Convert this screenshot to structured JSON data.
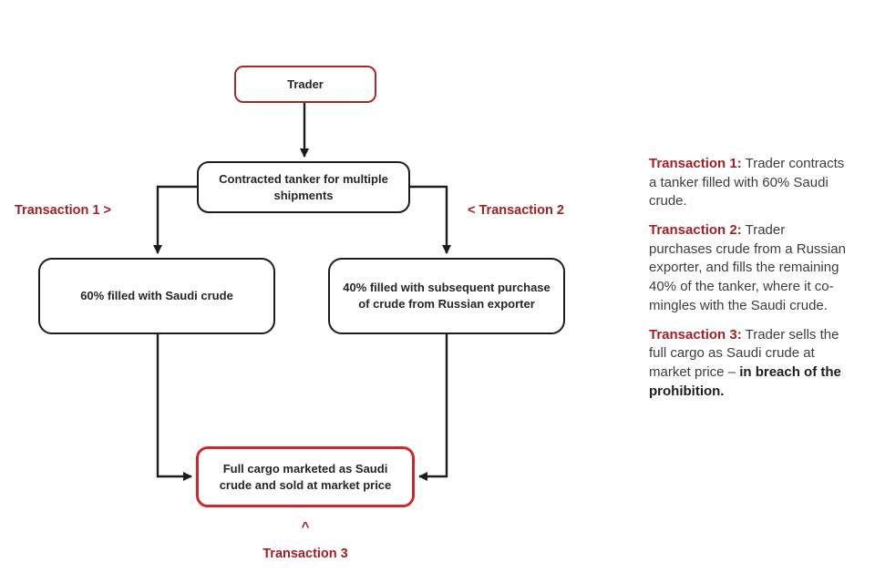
{
  "diagram": {
    "nodes": {
      "trader": {
        "label": "Trader"
      },
      "tanker": {
        "label": "Contracted tanker for multiple shipments"
      },
      "saudi": {
        "label": "60% filled with Saudi crude"
      },
      "russian": {
        "label": "40% filled with subsequent purchase of crude from Russian exporter"
      },
      "cargo": {
        "label": "Full cargo marketed as Saudi crude and sold at market price"
      }
    },
    "labels": {
      "transaction1": "Transaction 1 >",
      "transaction2": "< Transaction 2",
      "transaction3_caret": "^",
      "transaction3": "Transaction 3"
    }
  },
  "legend": {
    "items": [
      {
        "title": "Transaction 1:",
        "text": " Trader contracts a tanker filled with 60% Saudi crude.",
        "bold_suffix": ""
      },
      {
        "title": "Transaction 2:",
        "text": " Trader purchases crude from a Russian exporter, and fills the remaining 40% of the tanker, where it co-mingles with the Saudi crude.",
        "bold_suffix": ""
      },
      {
        "title": "Transaction 3:",
        "text": " Trader sells the full cargo as Saudi crude at market price – ",
        "bold_suffix": "in breach of the prohibition."
      }
    ]
  },
  "colors": {
    "dark_red_text": "#a32025",
    "trader_border": "#a52a2a",
    "bright_red_border": "#d1262c",
    "black_border": "#1c1c1c",
    "body_text": "#3d3d3d"
  }
}
